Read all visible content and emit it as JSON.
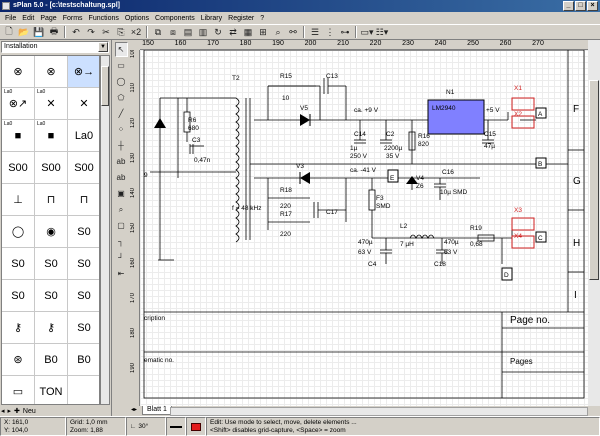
{
  "window": {
    "title": "sPlan 5.0 - [c:\\testschaltung.spl]"
  },
  "menu": [
    "File",
    "Edit",
    "Page",
    "Forms",
    "Functions",
    "Options",
    "Components",
    "Library",
    "Register",
    "?"
  ],
  "toolbar": {
    "x2_label": "×2"
  },
  "library": {
    "selected": "Installation",
    "cells": [
      {
        "lbl": "",
        "sym": "⊗"
      },
      {
        "lbl": "",
        "sym": "⊗"
      },
      {
        "lbl": "",
        "sym": "⊗→"
      },
      {
        "lbl": "La0",
        "sym": "⊗↗"
      },
      {
        "lbl": "La0",
        "sym": "✕"
      },
      {
        "lbl": "",
        "sym": "✕"
      },
      {
        "lbl": "La0",
        "sym": "■"
      },
      {
        "lbl": "La0",
        "sym": "■"
      },
      {
        "lbl": "",
        "sym": "La0"
      },
      {
        "lbl": "",
        "sym": "S00"
      },
      {
        "lbl": "",
        "sym": "S00"
      },
      {
        "lbl": "",
        "sym": "S00"
      },
      {
        "lbl": "",
        "sym": "⊥"
      },
      {
        "lbl": "",
        "sym": "⊓"
      },
      {
        "lbl": "",
        "sym": "⊓"
      },
      {
        "lbl": "",
        "sym": "◯"
      },
      {
        "lbl": "",
        "sym": "◉"
      },
      {
        "lbl": "",
        "sym": "S0"
      },
      {
        "lbl": "",
        "sym": "S0"
      },
      {
        "lbl": "",
        "sym": "S0"
      },
      {
        "lbl": "",
        "sym": "S0"
      },
      {
        "lbl": "",
        "sym": "S0"
      },
      {
        "lbl": "",
        "sym": "S0"
      },
      {
        "lbl": "",
        "sym": "S0"
      },
      {
        "lbl": "",
        "sym": "⚷"
      },
      {
        "lbl": "",
        "sym": "⚷"
      },
      {
        "lbl": "",
        "sym": "S0"
      },
      {
        "lbl": "",
        "sym": "⊛"
      },
      {
        "lbl": "",
        "sym": "B0"
      },
      {
        "lbl": "",
        "sym": "B0"
      },
      {
        "lbl": "",
        "sym": "▭"
      },
      {
        "lbl": "",
        "sym": "TON"
      },
      {
        "lbl": "",
        "sym": ""
      }
    ],
    "new_label": "Neu"
  },
  "ruler": {
    "h": [
      "150",
      "160",
      "170",
      "180",
      "190",
      "200",
      "210",
      "220",
      "230",
      "240",
      "250",
      "260",
      "270"
    ],
    "v": [
      "100",
      "110",
      "120",
      "130",
      "140",
      "150",
      "160",
      "170",
      "180",
      "190"
    ]
  },
  "schematic": {
    "labels": {
      "t2": "T2",
      "r15": "R15",
      "r15v": "10",
      "c13": "C13",
      "v5": "V5",
      "r6": "R6",
      "r6v": "680",
      "c3": "C3",
      "c3v": "0,47n",
      "n1": "N1",
      "ic": "LM2940",
      "ca9": "ca. +9 V",
      "c14": "C14",
      "c14v": "1µ",
      "c14u": "250 V",
      "c2": "C2",
      "c2v": "2200µ",
      "c2u": "35 V",
      "r16": "R16",
      "r16v": "820",
      "c15": "C15",
      "c15v": "47µ",
      "v5out": "+5 V",
      "x1": "X1",
      "x2": "X2",
      "a": "A",
      "b": "B",
      "v3": "V3",
      "r18": "R18",
      "r18v": "220",
      "r17": "R17",
      "r17v": "220",
      "c17": "C17",
      "ca41": "ca. -41 V",
      "e": "E",
      "v4": "V4",
      "v4v": "Z6",
      "c16": "C16",
      "c16v": "10µ SMD",
      "f3": "F3",
      "f3v": "SMD",
      "freq": "f = 48 kHz",
      "l2": "L2",
      "l2v": "7 µH",
      "r19": "R19",
      "r19v": "0,68",
      "c4v": "470µ",
      "c4u": "63 V",
      "c4": "C4",
      "c18v": "470µ",
      "c18u": "63 V",
      "c18": "C18",
      "x3": "X3",
      "x4": "X4",
      "c": "C",
      "d": "D",
      "n9": "9"
    },
    "border": {
      "f": "F",
      "g": "G",
      "h": "H",
      "i": "I"
    },
    "titleblock": {
      "description": "cription",
      "page_no": "Page no.",
      "schematic_no": "ematic no.",
      "pages": "Pages"
    }
  },
  "tabs": [
    "Blatt 1"
  ],
  "status": {
    "coords_x": "X: 161,0",
    "coords_y": "Y: 104,0",
    "grid": "Grid:  1,0 mm",
    "zoom": "Zoom: 1,88",
    "angle": "30°",
    "hint1": "Edit: Use mode to select, move, delete elements ...",
    "hint2": "<Shift> disables grid-capture, <Space> = zoom"
  },
  "colors": {
    "ic": "#8080ff",
    "connector": "#d02020"
  }
}
